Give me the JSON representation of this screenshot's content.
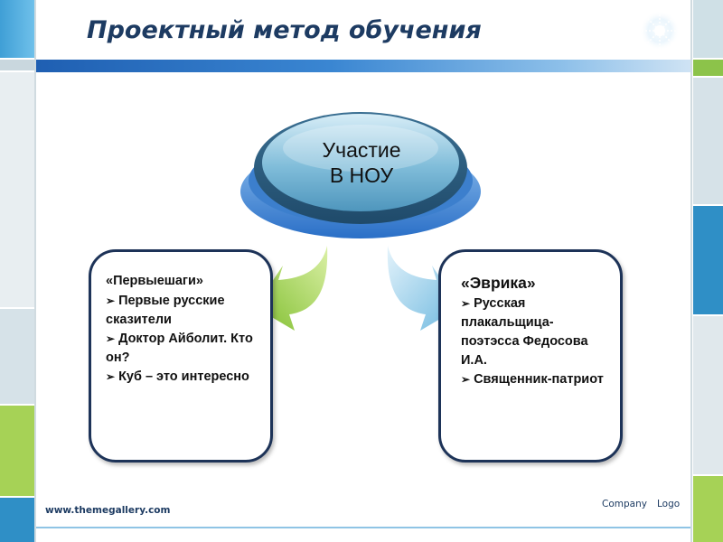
{
  "slide": {
    "title": "Проектный метод обучения"
  },
  "diagram": {
    "center": {
      "line1": "Участие",
      "line2": "В НОУ"
    },
    "left_box": {
      "heading": "«Первыешаги»",
      "items": [
        "Первые русские сказители",
        "Доктор Айболит. Кто он?",
        "Куб – это интересно"
      ]
    },
    "right_box": {
      "heading": "«Эврика»",
      "items": [
        "Русская плакальщица-поэтэсса Федосова И.А.",
        "Священник-патриот"
      ]
    },
    "bullet_glyph": "➢",
    "colors": {
      "left_arrow": "#8cc63f",
      "right_arrow": "#7fc3e4",
      "box_border": "#1d3358",
      "center_fill": "#5aa3c8",
      "center_base": "#2f74c8"
    }
  },
  "footer": {
    "url": "www.themegallery.com",
    "company": "Company",
    "logo": "Logo"
  },
  "colors": {
    "title": "#1d3b62",
    "title_bar": "#1f5fb2"
  }
}
